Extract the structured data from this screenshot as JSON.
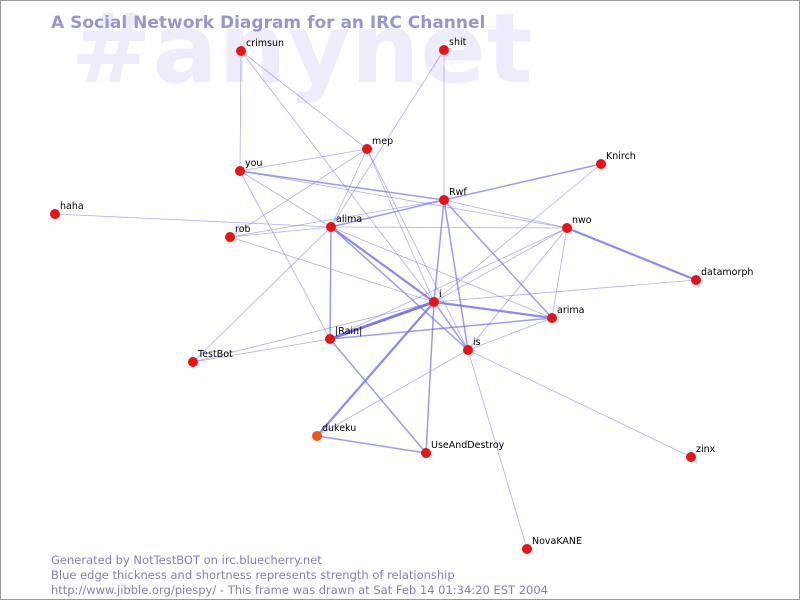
{
  "watermark": "#anynet",
  "title": "A Social Network Diagram for an IRC Channel",
  "footer": {
    "line1": "Generated by NotTestBOT on irc.bluecherry.net",
    "line2": "Blue edge thickness and shortness represents strength of relationship",
    "line3": "http://www.jibble.org/piespy/ - This frame was drawn at Sat Feb 14 01:34:20 EST 2004"
  },
  "colors": {
    "node": "#ee1111",
    "node_highlight": "#ee5511",
    "edge": "#7070ee",
    "title": "#9797cf",
    "watermark": "#ececfb"
  },
  "nodes": [
    {
      "id": "crimsun",
      "label": "crimsun"
    },
    {
      "id": "shit",
      "label": "shit"
    },
    {
      "id": "mep",
      "label": "mep"
    },
    {
      "id": "you",
      "label": "you"
    },
    {
      "id": "Knirch",
      "label": "Knirch"
    },
    {
      "id": "haha",
      "label": "haha"
    },
    {
      "id": "Rwf",
      "label": "Rwf"
    },
    {
      "id": "alima",
      "label": "alima"
    },
    {
      "id": "nwo",
      "label": "nwo"
    },
    {
      "id": "rob",
      "label": "rob"
    },
    {
      "id": "datamorph",
      "label": "datamorph"
    },
    {
      "id": "i",
      "label": "i"
    },
    {
      "id": "arima",
      "label": "arima"
    },
    {
      "id": "Rain",
      "label": "|Rain|"
    },
    {
      "id": "is",
      "label": "is"
    },
    {
      "id": "TestBot",
      "label": "TestBot"
    },
    {
      "id": "dukeku",
      "label": "dukeku",
      "highlight": true
    },
    {
      "id": "UseAndDestroy",
      "label": "UseAndDestroy"
    },
    {
      "id": "zinx",
      "label": "zinx"
    },
    {
      "id": "NovaKANE",
      "label": "NovaKANE"
    }
  ],
  "edges": [
    {
      "from": "crimsun",
      "to": "you",
      "weight": 1
    },
    {
      "from": "crimsun",
      "to": "mep",
      "weight": 1
    },
    {
      "from": "crimsun",
      "to": "i",
      "weight": 1
    },
    {
      "from": "shit",
      "to": "Rwf",
      "weight": 1
    },
    {
      "from": "shit",
      "to": "alima",
      "weight": 1
    },
    {
      "from": "mep",
      "to": "you",
      "weight": 1
    },
    {
      "from": "mep",
      "to": "rob",
      "weight": 1
    },
    {
      "from": "mep",
      "to": "alima",
      "weight": 1
    },
    {
      "from": "mep",
      "to": "i",
      "weight": 1
    },
    {
      "from": "mep",
      "to": "is",
      "weight": 1
    },
    {
      "from": "you",
      "to": "Rwf",
      "weight": 2
    },
    {
      "from": "you",
      "to": "alima",
      "weight": 1
    },
    {
      "from": "you",
      "to": "Rain",
      "weight": 1
    },
    {
      "from": "you",
      "to": "nwo",
      "weight": 1
    },
    {
      "from": "haha",
      "to": "alima",
      "weight": 1
    },
    {
      "from": "Rwf",
      "to": "Knirch",
      "weight": 2
    },
    {
      "from": "Rwf",
      "to": "alima",
      "weight": 2
    },
    {
      "from": "Rwf",
      "to": "rob",
      "weight": 1
    },
    {
      "from": "Rwf",
      "to": "i",
      "weight": 2
    },
    {
      "from": "Rwf",
      "to": "arima",
      "weight": 2
    },
    {
      "from": "Rwf",
      "to": "is",
      "weight": 2
    },
    {
      "from": "Rwf",
      "to": "nwo",
      "weight": 1
    },
    {
      "from": "alima",
      "to": "rob",
      "weight": 1
    },
    {
      "from": "alima",
      "to": "nwo",
      "weight": 1
    },
    {
      "from": "alima",
      "to": "i",
      "weight": 3
    },
    {
      "from": "alima",
      "to": "Rain",
      "weight": 2
    },
    {
      "from": "alima",
      "to": "is",
      "weight": 2
    },
    {
      "from": "alima",
      "to": "TestBot",
      "weight": 1
    },
    {
      "from": "alima",
      "to": "arima",
      "weight": 1
    },
    {
      "from": "rob",
      "to": "i",
      "weight": 1
    },
    {
      "from": "Knirch",
      "to": "i",
      "weight": 1
    },
    {
      "from": "nwo",
      "to": "datamorph",
      "weight": 3
    },
    {
      "from": "nwo",
      "to": "Rain",
      "weight": 1
    },
    {
      "from": "nwo",
      "to": "i",
      "weight": 1
    },
    {
      "from": "nwo",
      "to": "is",
      "weight": 1
    },
    {
      "from": "nwo",
      "to": "arima",
      "weight": 1
    },
    {
      "from": "datamorph",
      "to": "i",
      "weight": 1
    },
    {
      "from": "i",
      "to": "Rain",
      "weight": 4
    },
    {
      "from": "i",
      "to": "arima",
      "weight": 3
    },
    {
      "from": "i",
      "to": "dukeku",
      "weight": 3
    },
    {
      "from": "i",
      "to": "UseAndDestroy",
      "weight": 2
    },
    {
      "from": "i",
      "to": "is",
      "weight": 2
    },
    {
      "from": "i",
      "to": "TestBot",
      "weight": 1
    },
    {
      "from": "arima",
      "to": "Rain",
      "weight": 2
    },
    {
      "from": "arima",
      "to": "is",
      "weight": 1
    },
    {
      "from": "Rain",
      "to": "UseAndDestroy",
      "weight": 2
    },
    {
      "from": "Rain",
      "to": "TestBot",
      "weight": 1
    },
    {
      "from": "is",
      "to": "dukeku",
      "weight": 1
    },
    {
      "from": "is",
      "to": "zinx",
      "weight": 1
    },
    {
      "from": "is",
      "to": "NovaKANE",
      "weight": 1
    },
    {
      "from": "dukeku",
      "to": "UseAndDestroy",
      "weight": 2
    }
  ]
}
